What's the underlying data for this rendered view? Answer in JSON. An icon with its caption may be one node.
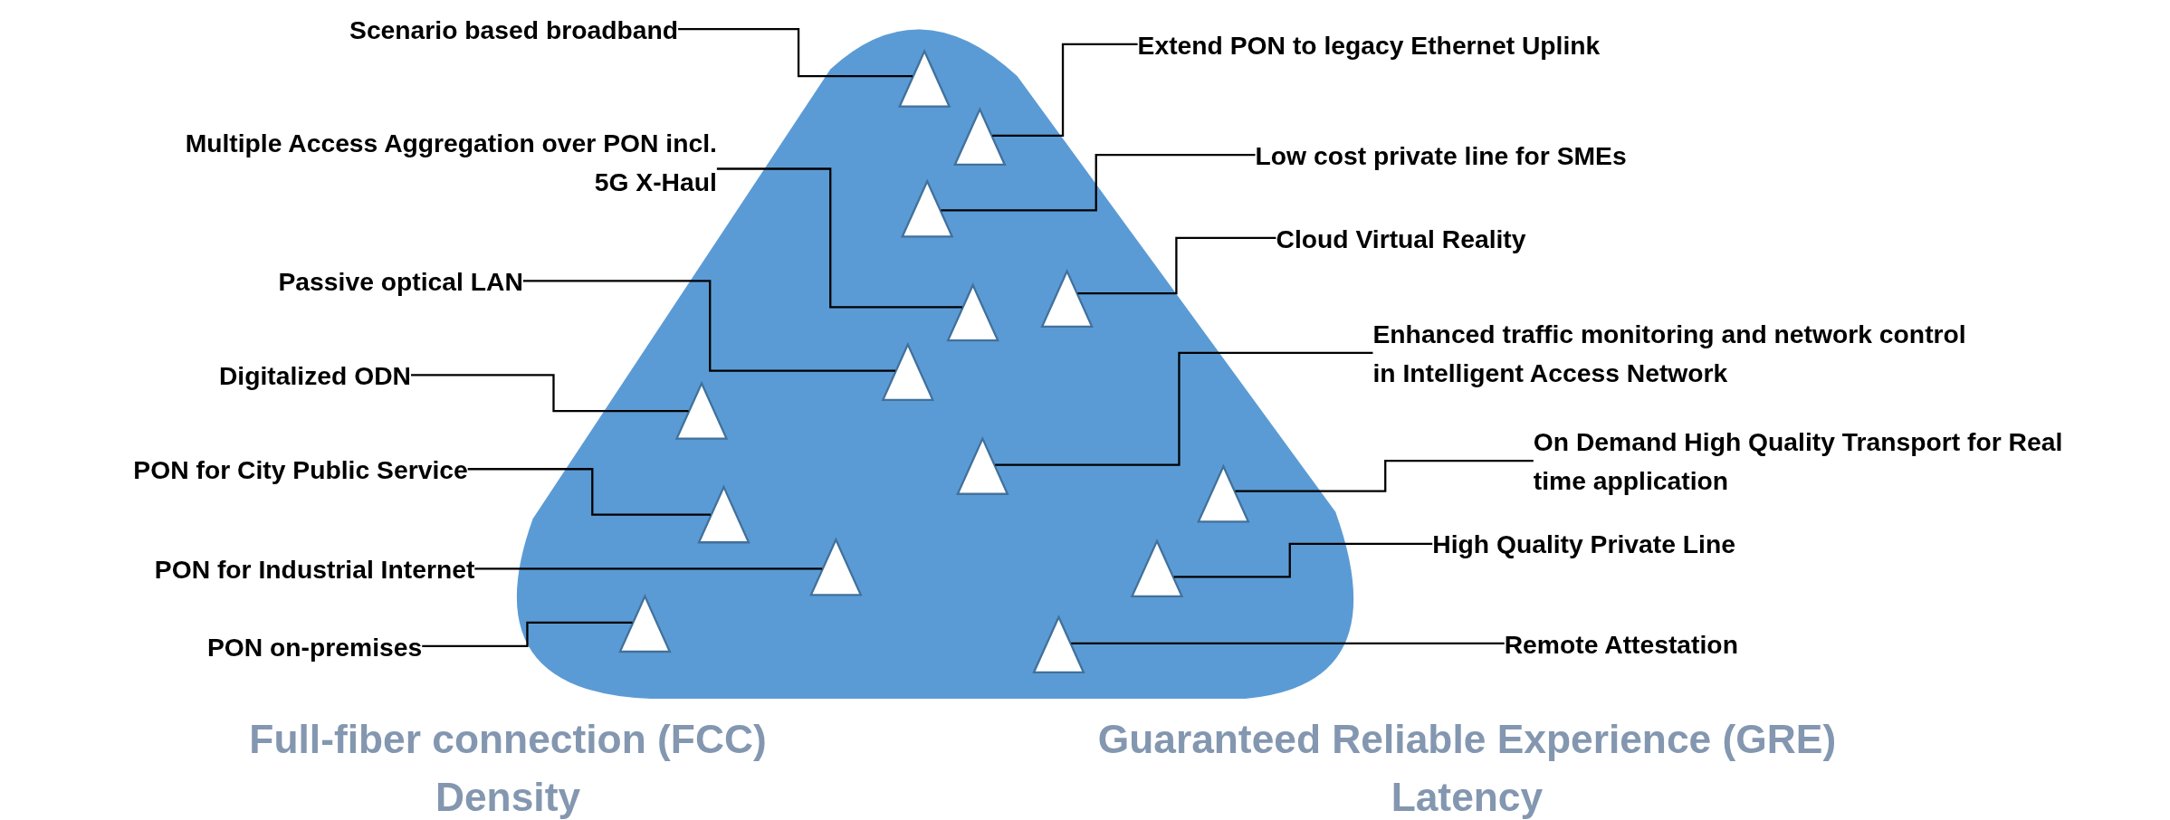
{
  "diagram": {
    "nodes": [
      {
        "text": [],
        "shape": "triangle"
      },
      {
        "text": [
          "Scenario based broadband"
        ]
      },
      {
        "text": [
          "Extend PON to legacy Ethernet Uplink"
        ]
      },
      {
        "text": [
          "Multiple Access Aggregation over PON incl. 5G X-Haul"
        ]
      },
      {
        "text": [
          "Low cost private line for SMEs"
        ]
      },
      {
        "text": [
          "Cloud Virtual Reality"
        ]
      },
      {
        "text": [
          "Passive optical LAN"
        ]
      },
      {
        "text": [
          "Enhanced traffic monitoring and network control in Intelligent Access Network"
        ]
      },
      {
        "text": [
          "Digitalized ODN"
        ]
      },
      {
        "text": [
          "On Demand High Quality Transport for Real time application"
        ]
      },
      {
        "text": [
          "PON for City Public Service"
        ]
      },
      {
        "text": [
          "High Quality Private Line"
        ]
      },
      {
        "text": [
          "PON for Industrial Internet"
        ]
      },
      {
        "text": [
          "PON on-premises"
        ]
      },
      {
        "text": [
          "Remote Attestation"
        ]
      },
      {
        "text": [],
        "shape": "triangle",
        "in": 0
      },
      {
        "text": [],
        "shape": "triangle",
        "in": 0
      },
      {
        "text": [],
        "shape": "triangle",
        "in": 0
      },
      {
        "text": [],
        "shape": "triangle",
        "in": 0
      },
      {
        "text": [],
        "shape": "triangle",
        "in": 0
      },
      {
        "text": [],
        "shape": "triangle",
        "in": 0
      },
      {
        "text": [],
        "shape": "triangle",
        "in": 0
      },
      {
        "text": [],
        "shape": "triangle",
        "in": 0
      },
      {
        "text": [],
        "shape": "triangle",
        "in": 0
      },
      {
        "text": [],
        "shape": "triangle",
        "in": 0
      },
      {
        "text": [],
        "shape": "triangle",
        "in": 0
      },
      {
        "text": [],
        "shape": "triangle",
        "in": 0
      },
      {
        "text": [],
        "shape": "triangle",
        "in": 0
      },
      {
        "text": [],
        "shape": "triangle",
        "in": 0
      }
    ],
    "edges": [
      {
        "from": 1,
        "to": 15,
        "arrow": "none"
      },
      {
        "from": 2,
        "to": 16,
        "arrow": "none"
      },
      {
        "from": 3,
        "to": 19,
        "arrow": "none"
      },
      {
        "from": 4,
        "to": 17,
        "arrow": "none"
      },
      {
        "from": 5,
        "to": 18,
        "arrow": "none"
      },
      {
        "from": 6,
        "to": 20,
        "arrow": "none"
      },
      {
        "from": 7,
        "to": 22,
        "arrow": "none"
      },
      {
        "from": 8,
        "to": 21,
        "arrow": "none"
      },
      {
        "from": 9,
        "to": 23,
        "arrow": "none"
      },
      {
        "from": 10,
        "to": 24,
        "arrow": "none"
      },
      {
        "from": 11,
        "to": 26,
        "arrow": "none"
      },
      {
        "from": 12,
        "to": 25,
        "arrow": "none"
      },
      {
        "from": 13,
        "to": 27,
        "arrow": "none"
      },
      {
        "from": 14,
        "to": 28,
        "arrow": "none"
      }
    ],
    "labels": [
      "Full-fiber connection (FCC)",
      "Guaranteed Reliable Experience (GRE)",
      "Density",
      "Latency"
    ]
  }
}
